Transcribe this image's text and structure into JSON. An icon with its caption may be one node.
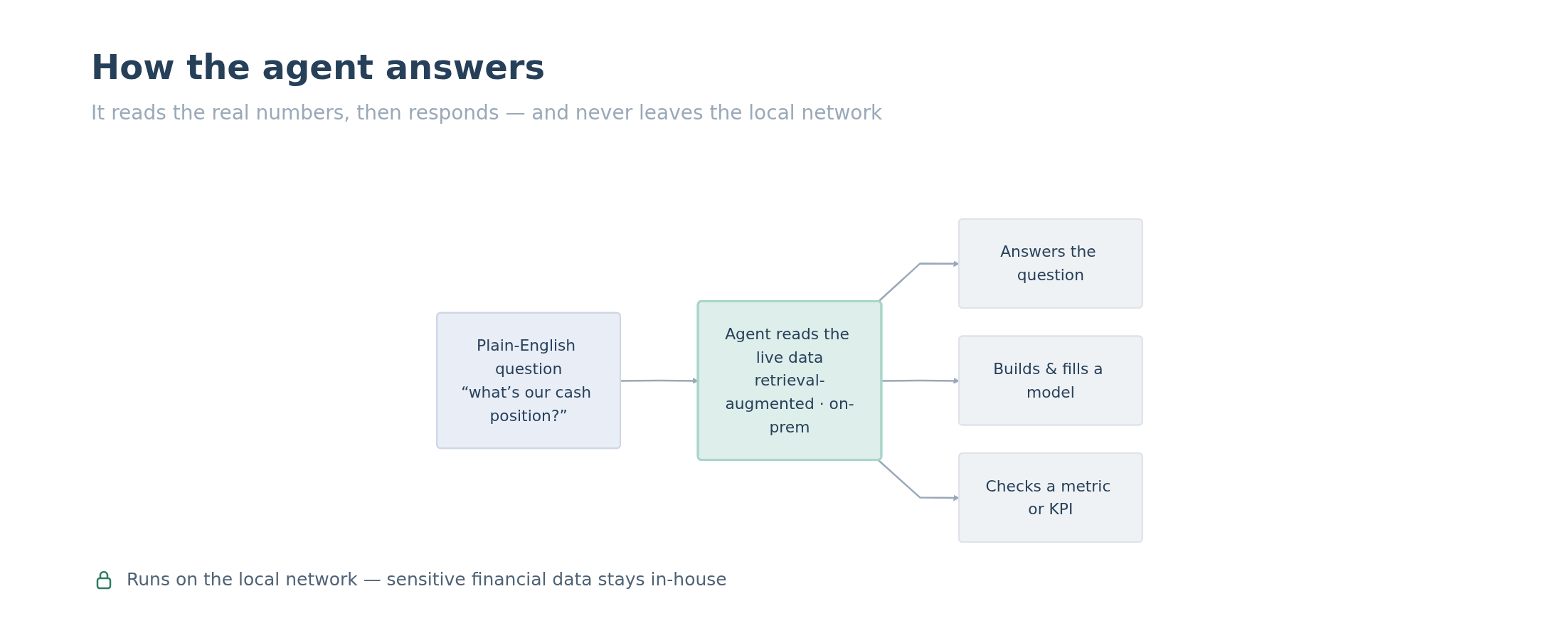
{
  "diagram": {
    "title": "How the agent answers",
    "nodes": [
      {
        "text": [
          "Plain-English question",
          "“what’s our cash position?”"
        ]
      },
      {
        "text": [
          "Agent reads the live data",
          "retrieval-augmented · on-prem"
        ]
      },
      {
        "text": [
          "Answers the question"
        ]
      },
      {
        "text": [
          "Builds & fills a model"
        ]
      },
      {
        "text": [
          "Checks a metric or KPI"
        ]
      }
    ],
    "edges": [
      {
        "from": 0,
        "to": 1,
        "arrow": "to"
      },
      {
        "from": 1,
        "to": 2,
        "arrow": "to"
      },
      {
        "from": 1,
        "to": 3,
        "arrow": "to"
      },
      {
        "from": 1,
        "to": 4,
        "arrow": "to"
      }
    ],
    "labels": [
      "It reads the real numbers, then responds — and never leaves the local network",
      "Runs on the local network — sensitive financial data stays in-house"
    ]
  }
}
